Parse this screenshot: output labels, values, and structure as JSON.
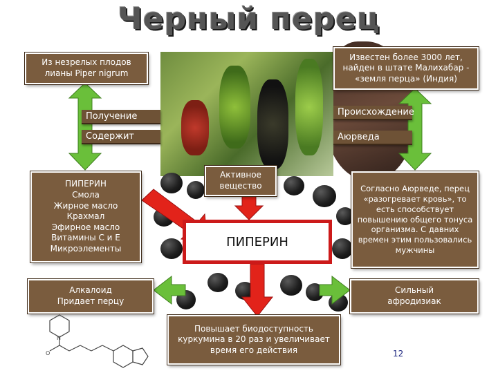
{
  "title": "Черный перец",
  "boxes": {
    "source": "Из незрелых плодов лианы Piper nigrum",
    "history": "Известен более 3000 лет, найден в штате Малихабар - «земля перца» (Индия)",
    "contents": "ПИПЕРИН\nСмола\nЖирное масло\nКрахмал\nЭфирное масло\nВитамины С и Е\nМикроэлементы",
    "active": "Активное вещество",
    "ayurveda_text": "Согласно Аюрведе, перец «разогревает кровь», то есть способствует повышению общего тонуса организма. С давних времен этим пользовались мужчины",
    "center": "ПИПЕРИН",
    "alkaloid": "Алкалоид\nПридает перцу",
    "aphrodisiac": "Сильный\nафродизиак",
    "bio": "Повышает биодоступность куркумина в 20 раз и увеличивает время его действия"
  },
  "labels": {
    "obtaining": "Получение",
    "origin": "Происхождение",
    "contains": "Содержит",
    "ayurveda": "Аюрведа"
  },
  "page_number": "12",
  "colors": {
    "box": "#7a5c3e",
    "arrow_green": "#6abf3a",
    "arrow_red": "#e2231a",
    "center_border": "#cc1a1a"
  }
}
